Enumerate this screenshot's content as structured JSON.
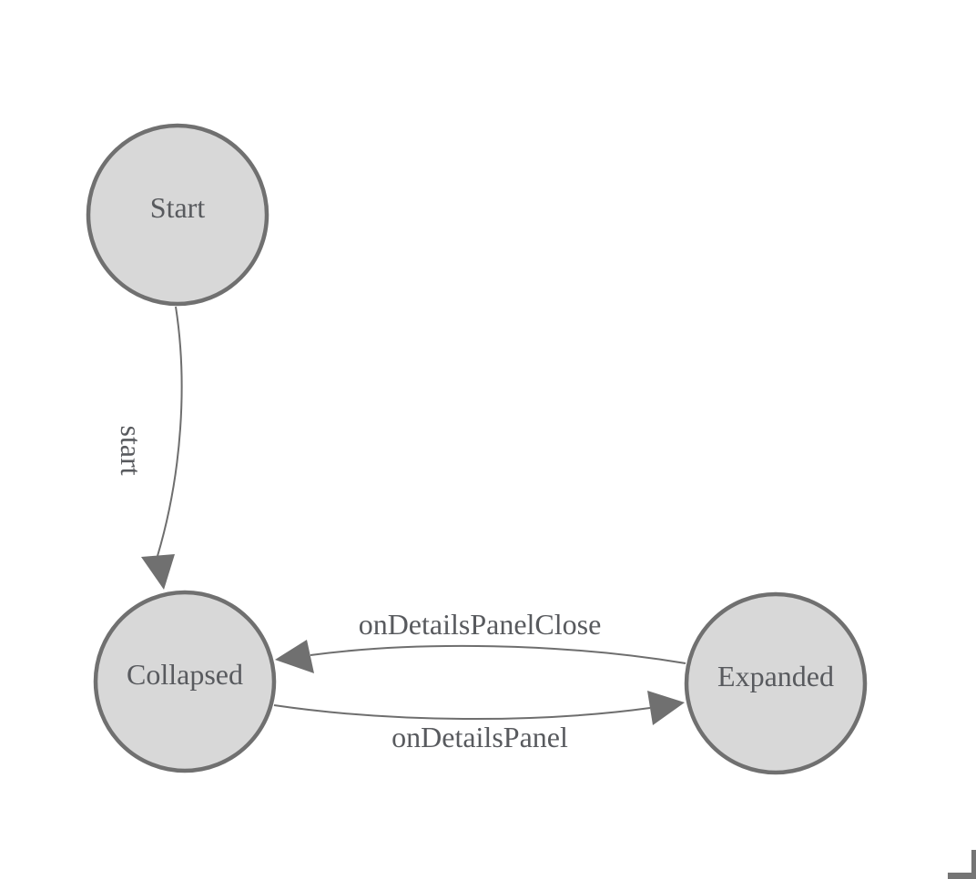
{
  "diagram": {
    "type": "state-machine-diagram",
    "background": "#ffffff",
    "colors": {
      "node_fill": "#d8d8d8",
      "node_border": "#707070",
      "edge_stroke": "#6e6e6e",
      "label_text": "#585a5e",
      "corner_mark": "#757575"
    },
    "nodes": [
      {
        "id": "start",
        "label": "Start"
      },
      {
        "id": "collapsed",
        "label": "Collapsed"
      },
      {
        "id": "expanded",
        "label": "Expanded"
      }
    ],
    "edges": [
      {
        "from": "Start",
        "to": "Collapsed",
        "label": "start",
        "label_orientation": "vertical"
      },
      {
        "from": "Expanded",
        "to": "Collapsed",
        "label": "onDetailsPanelClose",
        "label_orientation": "horizontal"
      },
      {
        "from": "Collapsed",
        "to": "Expanded",
        "label": "onDetailsPanel",
        "label_orientation": "horizontal"
      }
    ]
  }
}
